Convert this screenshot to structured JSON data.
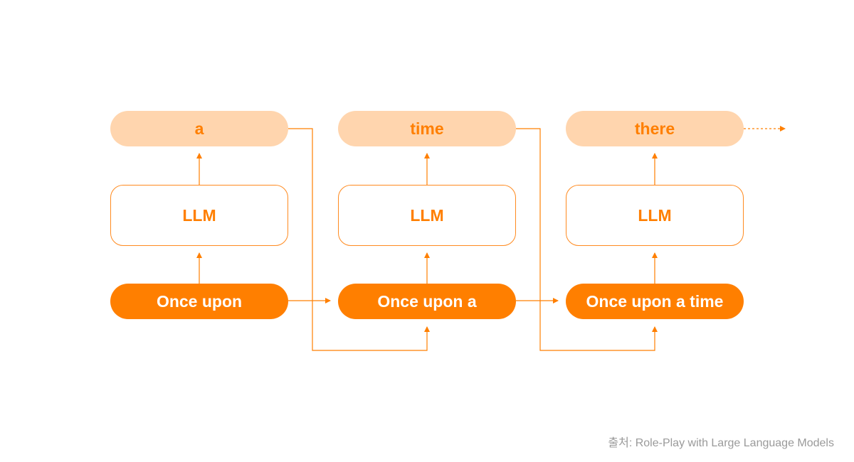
{
  "colors": {
    "accent": "#ff7f00",
    "output_fill": "#ffd5ae",
    "arrow": "#ff7f00",
    "source_text": "#9a9a9a"
  },
  "steps": [
    {
      "output": "a",
      "model": "LLM",
      "input": "Once upon"
    },
    {
      "output": "time",
      "model": "LLM",
      "input": "Once upon a"
    },
    {
      "output": "there",
      "model": "LLM",
      "input": "Once upon a time"
    }
  ],
  "source": "출처: Role-Play with Large Language Models"
}
